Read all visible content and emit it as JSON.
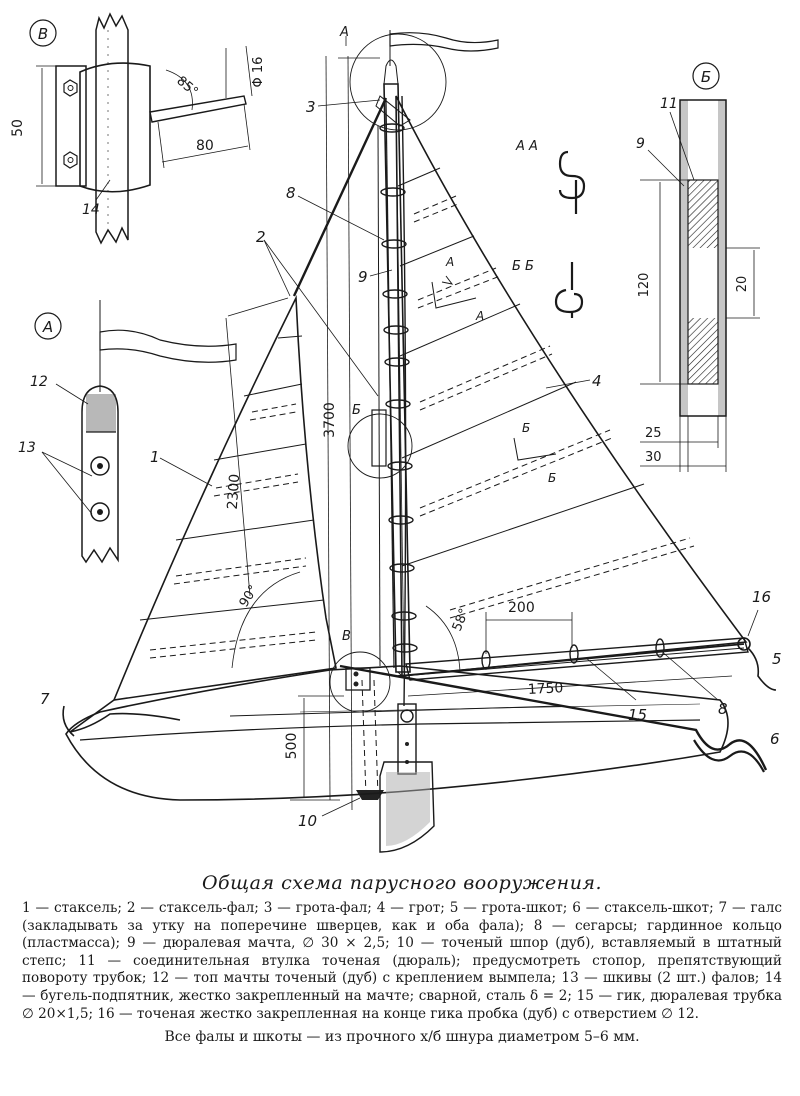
{
  "caption": {
    "title": "Общая схема парусного вооружения.",
    "legend": "1 — стаксель; 2 — стаксель-фал; 3 — грота-фал; 4 — грот; 5 — грота-шкот; 6 — стаксель-шкот; 7 — галс (закладывать за утку на поперечине шверцев, как и оба фала); 8 — сегарсы; гардинное кольцо (пластмасса); 9 — дюралевая мачта, ∅ 30 × 2,5; 10 — точеный шпор (дуб), вставляемый в штатный степс; 11 — соединительная втулка точеная (дюраль); предусмотреть стопор, препятствующий повороту трубок; 12 — топ мачты точеный (дуб) с креплением вымпела; 13 — шкивы (2 шт.) фалов; 14 — бугель-подпятник, жестко закрепленный на мачте; сварной, сталь δ = 2; 15 — гик, дюралевая трубка ∅ 20×1,5; 16 — точеная жестко закрепленная на конце гика пробка (дуб) с отверстием ∅ 12.",
    "footer": "Все фалы и шкоты — из прочного х/б шнура диаметром 5–6 мм."
  },
  "diagram": {
    "insets": {
      "v": "В",
      "a": "А",
      "b": "Б"
    },
    "sections": {
      "aa": "А А",
      "bb": "Б Б"
    },
    "cut_marks": {
      "a": "А",
      "b": "Б",
      "v": "В"
    },
    "dims": {
      "d50": "50",
      "d85": "85°",
      "d16": "Φ 16",
      "d80": "80",
      "d3700": "3700",
      "d2300": "2300",
      "d90": "90°",
      "d58": "58°",
      "d200": "200",
      "d1750": "1750",
      "d500": "500",
      "d120": "120",
      "d20": "20",
      "d25": "25",
      "d30": "30"
    },
    "callouts": {
      "n1": "1",
      "n2": "2",
      "n3": "3",
      "n4": "4",
      "n5": "5",
      "n6": "6",
      "n7": "7",
      "n8": "8",
      "n8b": "8",
      "n9": "9",
      "n9b": "9",
      "n10": "10",
      "n11": "11",
      "n12": "12",
      "n13": "13",
      "n14": "14",
      "n15": "15",
      "n16": "16"
    }
  }
}
